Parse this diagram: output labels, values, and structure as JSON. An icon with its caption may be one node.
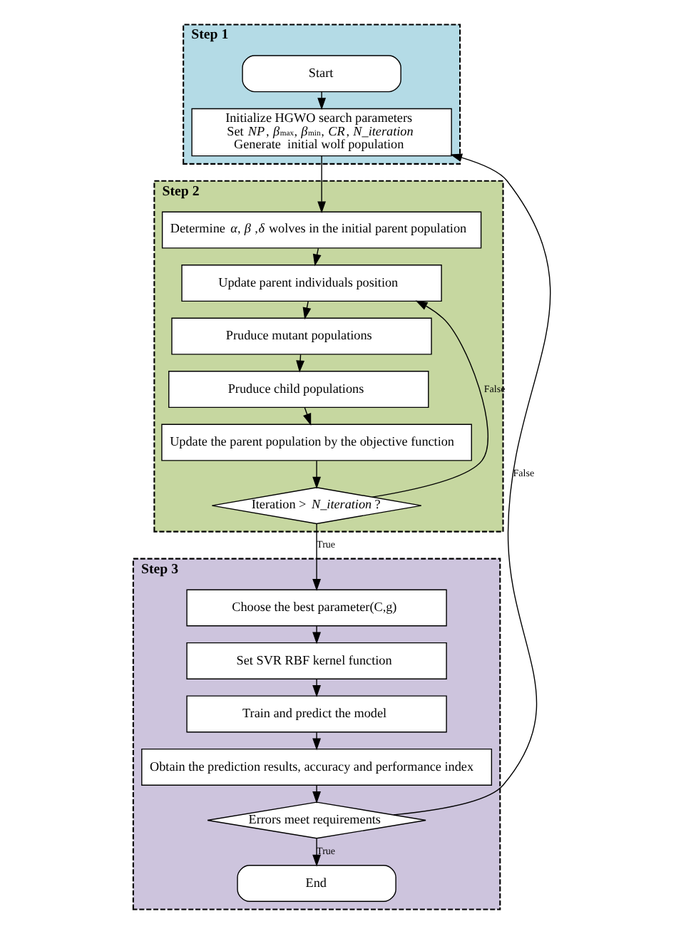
{
  "diagram": {
    "nodes": [
      {
        "text": [
          "Step 1"
        ]
      },
      {
        "text": [
          "Start"
        ],
        "in": 0
      },
      {
        "text": [
          "Initialize HGWO search parameters",
          "Set *NP*, *β*$_{max}$, *β*$_{min}$, *CR*, *N_iteration*",
          "Generate  initial wolf population"
        ],
        "in": 0
      },
      {
        "text": [
          "Step 2"
        ]
      },
      {
        "text": [
          "Determine *α*, *β* ,*δ* wolves in the initial parent population"
        ],
        "in": 3
      },
      {
        "text": [
          "Update parent individuals position"
        ],
        "in": 3
      },
      {
        "text": [
          "Pruduce mutant populations"
        ],
        "in": 3
      },
      {
        "text": [
          "Pruduce child populations"
        ],
        "in": 3
      },
      {
        "text": [
          "Update the parent population by the objective function"
        ],
        "in": 3
      },
      {
        "text": [
          "Iteration > *N_iteration*?"
        ],
        "in": 3
      },
      {
        "text": [
          "Step 3"
        ]
      },
      {
        "text": [
          "Choose the best parameter(C,g)"
        ],
        "in": 10
      },
      {
        "text": [
          "Set SVR RBF kernel function"
        ],
        "in": 10
      },
      {
        "text": [
          "Train and predict the model"
        ],
        "in": 10
      },
      {
        "text": [
          "Obtain the prediction results, accuracy and performance index"
        ],
        "in": 10
      },
      {
        "text": [
          "Errors meet requirements"
        ],
        "in": 10
      },
      {
        "text": [
          "End"
        ],
        "in": 10
      }
    ],
    "edges": [
      {
        "from": 1,
        "to": 2,
        "arrow": "to"
      },
      {
        "from": 2,
        "to": 4,
        "arrow": "to"
      },
      {
        "from": 4,
        "to": 5,
        "arrow": "to"
      },
      {
        "from": 5,
        "to": 6,
        "arrow": "to"
      },
      {
        "from": 6,
        "to": 7,
        "arrow": "to"
      },
      {
        "from": 7,
        "to": 8,
        "arrow": "to"
      },
      {
        "from": 8,
        "to": 9,
        "arrow": "to"
      },
      {
        "from": 9,
        "to": 5,
        "arrow": "to",
        "label": "False"
      },
      {
        "from": 9,
        "to": 11,
        "arrow": "to",
        "label": "True"
      },
      {
        "from": 11,
        "to": 12,
        "arrow": "to"
      },
      {
        "from": 12,
        "to": 13,
        "arrow": "to"
      },
      {
        "from": 13,
        "to": 14,
        "arrow": "to"
      },
      {
        "from": 14,
        "to": 15,
        "arrow": "to"
      },
      {
        "from": 15,
        "to": 2,
        "arrow": "to",
        "label": "False"
      },
      {
        "from": 15,
        "to": 16,
        "arrow": "to",
        "label": "True"
      }
    ]
  }
}
